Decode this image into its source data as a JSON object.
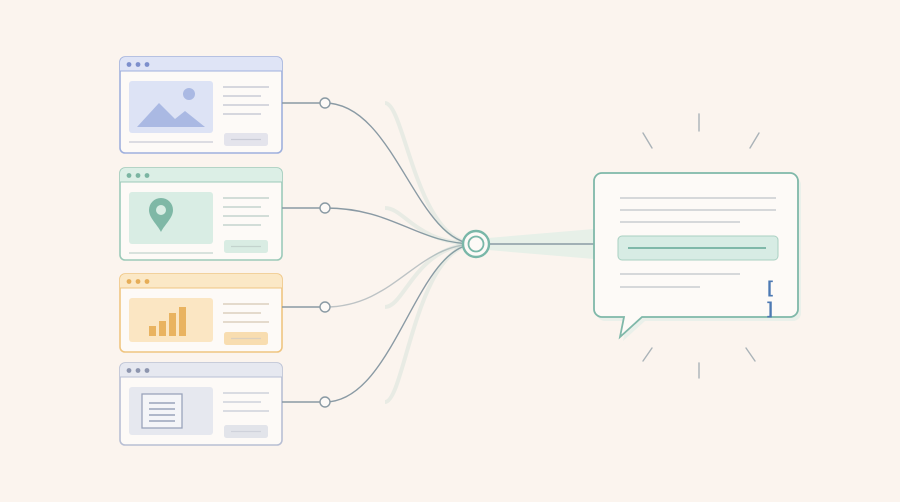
{
  "colors": {
    "background": "#fbf4ee",
    "connector": "#8a9aa4",
    "hub": "#79b7a8",
    "bubble_border": "#7fb8a9",
    "bubble_highlight": "#d7ece4",
    "bracket": "#4d79b3"
  },
  "sources": [
    {
      "kind": "image",
      "icon": "mountain-image-icon",
      "border": "#9fb0dd",
      "header": "#dfe4f6",
      "dot": "#7d8fcc",
      "thumb": "#dde3f5",
      "accent": "#aab9e3",
      "button": "#e4e4ec",
      "line": "#c9cbd6"
    },
    {
      "kind": "location",
      "icon": "map-pin-icon",
      "border": "#9ccab9",
      "header": "#dcefe6",
      "dot": "#7bb5a2",
      "thumb": "#d9ede4",
      "accent": "#7fb8a6",
      "button": "#d9ece3",
      "line": "#c3d3cd"
    },
    {
      "kind": "chart",
      "icon": "bar-chart-icon",
      "border": "#efc581",
      "header": "#fbe8c6",
      "dot": "#e6ad57",
      "thumb": "#fbe6c3",
      "accent": "#e9b360",
      "button": "#f8ddb0",
      "line": "#dcd0bd"
    },
    {
      "kind": "document",
      "icon": "document-icon",
      "border": "#b8bfd4",
      "header": "#e6e8f0",
      "dot": "#8d95ae",
      "thumb": "#e6e8ef",
      "accent": "#9aa3bb",
      "button": "#e2e4ea",
      "line": "#cfd2db"
    }
  ],
  "output": {
    "bracket": "[ ]"
  }
}
